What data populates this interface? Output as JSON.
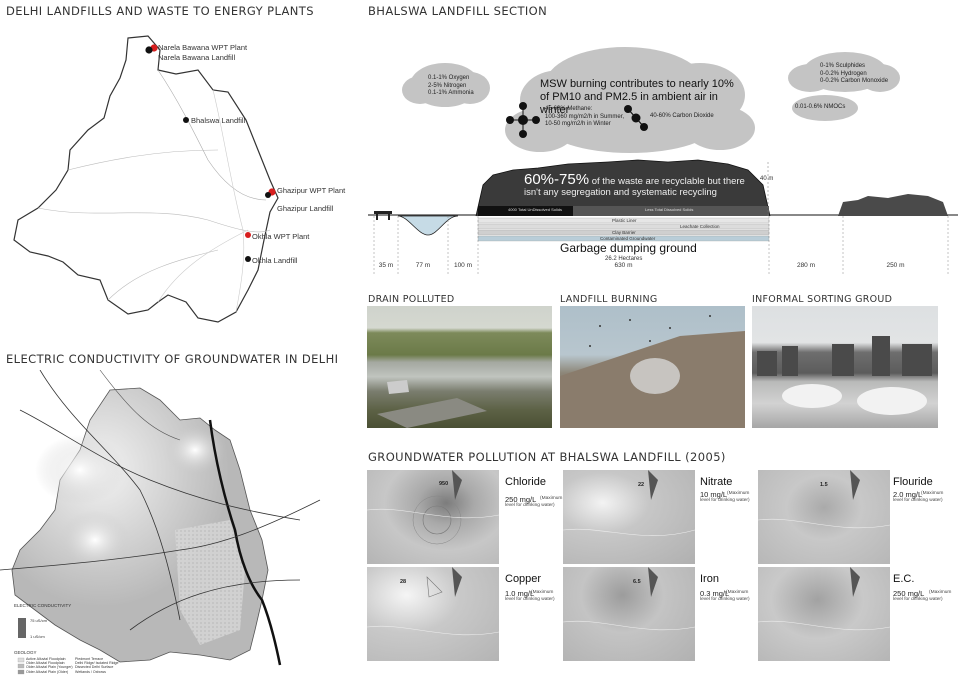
{
  "delhi_map": {
    "title": "DELHI LANDFILLS AND WASTE TO ENERGY PLANTS",
    "sites": [
      {
        "label": "Narela Bawana WPT Plant",
        "color": "#d81e1e"
      },
      {
        "label": "Narela Bawana Landfill",
        "color": "#111111"
      },
      {
        "label": "Bhalswa Landfill",
        "color": "#111111"
      },
      {
        "label": "Ghazipur WPT Plant",
        "color": "#d81e1e"
      },
      {
        "label": "Ghazipur Landfill",
        "color": "#111111"
      },
      {
        "label": "Okhla WPT Plant",
        "color": "#d81e1e"
      },
      {
        "label": "Okhla Landfill",
        "color": "#111111"
      }
    ]
  },
  "conductivity_map": {
    "title": "ELECTRIC CONDUCTIVITY OF GROUNDWATER IN DELHI",
    "legend_title": "ELECTRIC CONDUCTIVITY",
    "legend_high": "75 uS/cm",
    "legend_low": "1 uS/cm",
    "geology_title": "GEOLOGY",
    "geology_items": [
      "Active Alluvial Floodplain",
      "Older Alluvial Floodplain",
      "Older Alluvial Plain (Younger)",
      "Older Alluvial Plain (Older)",
      "Piedmont Terrace",
      "Delhi Ridge/ Isolated Ridge",
      "Dissected Delhi Surface",
      "Wetlands / Oxbows"
    ]
  },
  "section": {
    "title": "BHALSWA LANDFILL SECTION",
    "headline": "MSW burning contributes to nearly 10% of PM10 and PM2.5 in ambient air in winter",
    "cloud_left": [
      "0.1-1% Oxygen",
      "2-5% Nitrogen",
      "0.1-1% Ammonia"
    ],
    "methane": [
      "45-60% Methane:",
      "100-360 mg/m2/h in Summer,",
      "10-50 mg/m2/h in Winter"
    ],
    "co2": "40-60% Carbon Dioxide",
    "cloud_right": [
      "0-1% Sculphides",
      "0-0.2% Hydrogen",
      "0-0.2% Carbon Monoxide"
    ],
    "nmocs": "0.01-0.6% NMOCs",
    "recycle_pct": "60%-75%",
    "recycle_text": "of the waste are recyclable but there isn't any segregation and systematic recycling",
    "height": "40 m",
    "solids_left": "4000 Total UnDissolved Solids",
    "solids_right": "Less Total Dissolved Solids",
    "layers": [
      "Plastic Liner",
      "Leachate Collection",
      "Clay Barrier",
      "Contaminated Groundwater"
    ],
    "ground_label": "Garbage dumping ground",
    "area": "26.2 Hectares",
    "dims": [
      "35 m",
      "77 m",
      "100 m",
      "630 m",
      "280 m",
      "250 m"
    ]
  },
  "photos": [
    {
      "label": "DRAIN POLLUTED"
    },
    {
      "label": "LANDFILL BURNING"
    },
    {
      "label": "INFORMAL SORTING GROUD"
    }
  ],
  "groundwater": {
    "title": "GROUNDWATER POLLUTION AT BHALSWA LANDFILL (2005)",
    "panels": [
      {
        "name": "Chloride",
        "value": "250 mg/L",
        "note_a": "(Maximum",
        "note_b": "level for drinking water)",
        "peak": "950"
      },
      {
        "name": "Nitrate",
        "value": "10 mg/L",
        "note_a": "(Maximum",
        "note_b": "level for drinking water)",
        "peak": "22"
      },
      {
        "name": "Flouride",
        "value": "2.0 mg/L",
        "note_a": "(Maximum",
        "note_b": "level for drinking water)",
        "peak": "1.5"
      },
      {
        "name": "Copper",
        "value": "1.0 mg/L",
        "note_a": "(Maximum",
        "note_b": "level for drinking water)",
        "peak": "28"
      },
      {
        "name": "Iron",
        "value": "0.3 mg/L",
        "note_a": "(Maximum",
        "note_b": "level for drinking water)",
        "peak": "6.5"
      },
      {
        "name": "E.C.",
        "value": "250 mg/L",
        "note_a": "(Maximum",
        "note_b": "level for drinking water)",
        "peak": ""
      }
    ]
  }
}
